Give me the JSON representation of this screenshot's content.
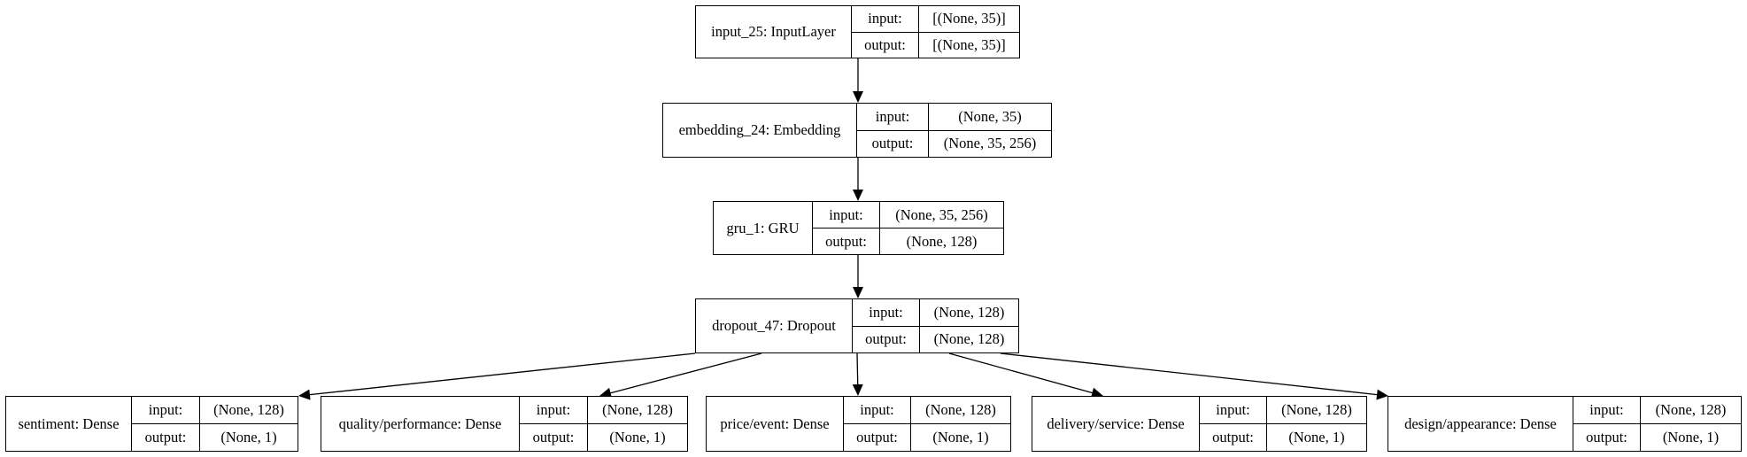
{
  "diagram": {
    "labels": {
      "input": "input:",
      "output": "output:"
    },
    "nodes": [
      {
        "id": "input_25",
        "name": "input_25: InputLayer",
        "input": "[(None, 35)]",
        "output": "[(None, 35)]"
      },
      {
        "id": "embedding_24",
        "name": "embedding_24: Embedding",
        "input": "(None, 35)",
        "output": "(None, 35, 256)"
      },
      {
        "id": "gru_1",
        "name": "gru_1: GRU",
        "input": "(None, 35, 256)",
        "output": "(None, 128)"
      },
      {
        "id": "dropout_47",
        "name": "dropout_47: Dropout",
        "input": "(None, 128)",
        "output": "(None, 128)"
      },
      {
        "id": "sentiment",
        "name": "sentiment: Dense",
        "input": "(None, 128)",
        "output": "(None, 1)"
      },
      {
        "id": "quality",
        "name": "quality/performance: Dense",
        "input": "(None, 128)",
        "output": "(None, 1)"
      },
      {
        "id": "price",
        "name": "price/event: Dense",
        "input": "(None, 128)",
        "output": "(None, 1)"
      },
      {
        "id": "delivery",
        "name": "delivery/service: Dense",
        "input": "(None, 128)",
        "output": "(None, 1)"
      },
      {
        "id": "design",
        "name": "design/appearance: Dense",
        "input": "(None, 128)",
        "output": "(None, 1)"
      }
    ],
    "edges": [
      [
        "input_25",
        "embedding_24"
      ],
      [
        "embedding_24",
        "gru_1"
      ],
      [
        "gru_1",
        "dropout_47"
      ],
      [
        "dropout_47",
        "sentiment"
      ],
      [
        "dropout_47",
        "quality"
      ],
      [
        "dropout_47",
        "price"
      ],
      [
        "dropout_47",
        "delivery"
      ],
      [
        "dropout_47",
        "design"
      ]
    ]
  }
}
